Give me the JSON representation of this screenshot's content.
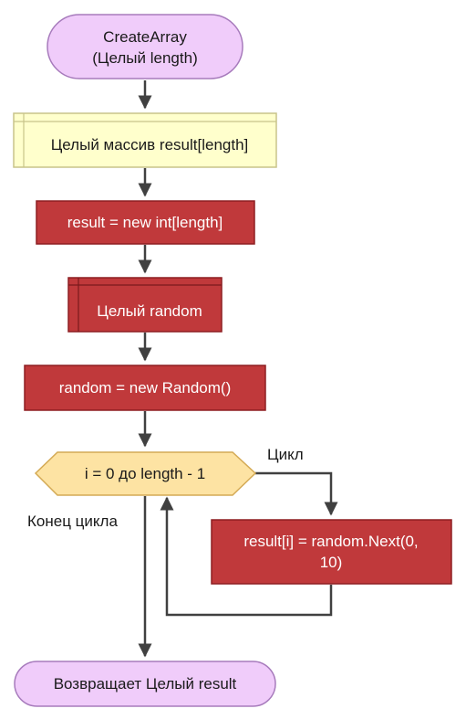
{
  "flowchart": {
    "start": {
      "line1": "CreateArray",
      "line2": "(Целый length)"
    },
    "declare_array": {
      "label": "Целый массив result[length]"
    },
    "assign_result": {
      "label": "result = new int[length]"
    },
    "declare_random": {
      "label": "Целый random"
    },
    "assign_random": {
      "label": "random = new Random()"
    },
    "loop": {
      "label": "i = 0 до length - 1",
      "loop_label": "Цикл",
      "end_label": "Конец цикла"
    },
    "loop_body": {
      "line1": "result[i] = random.Next(0,",
      "line2": "10)"
    },
    "end": {
      "label": "Возвращает Целый result"
    }
  },
  "colors": {
    "terminal_fill": "#f0ccfa",
    "terminal_stroke": "#a77bbc",
    "declaration_fill": "#ffffcc",
    "declaration_stroke": "#c8c48a",
    "process_fill": "#c0393b",
    "process_stroke": "#8e1f22",
    "loop_fill": "#fde3a3",
    "loop_stroke": "#d4aa55",
    "connector": "#404040"
  }
}
